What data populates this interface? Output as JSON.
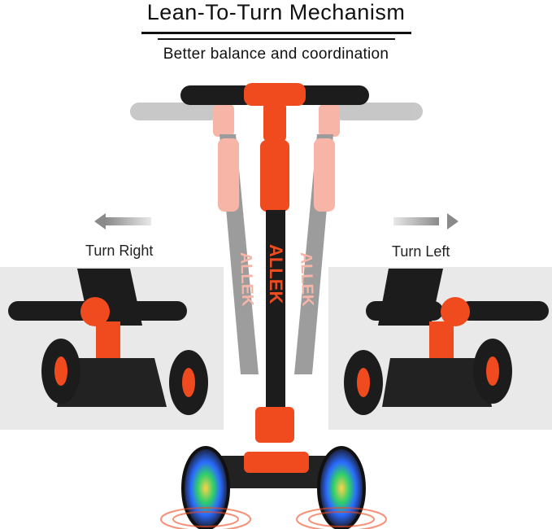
{
  "header": {
    "title": "Lean-To-Turn Mechanism",
    "subtitle": "Better balance and coordination"
  },
  "labels": {
    "turn_right": "Turn Right",
    "turn_left": "Turn Left"
  },
  "brand": {
    "name": "ALLEK"
  },
  "colors": {
    "accent_orange": "#f04a1f",
    "faded_orange": "#f39985",
    "stem_black": "#1c1c1c",
    "panel_gray": "#e9e9e9"
  }
}
